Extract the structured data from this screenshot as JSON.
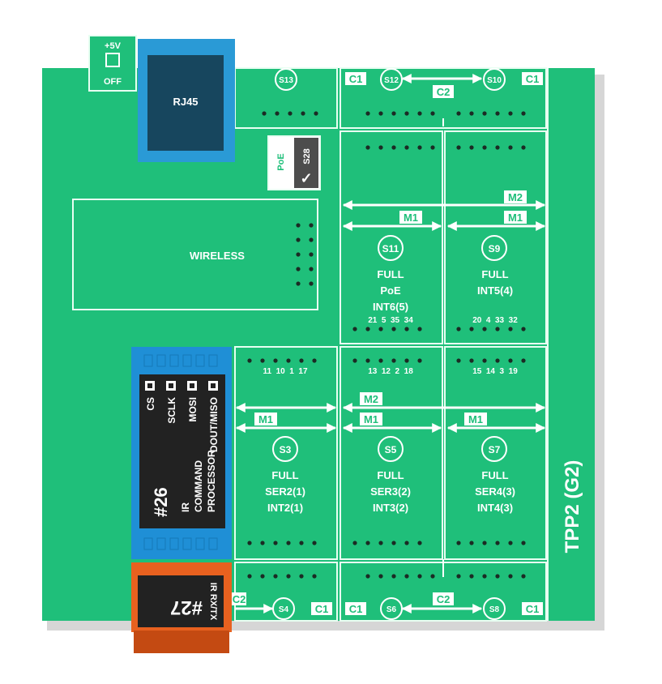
{
  "colors": {
    "board": "#1fbf7a",
    "board_line": "#e8fff2",
    "shadow": "#b5b5b5",
    "rj45_outer": "#2a9ad6",
    "rj45_inner": "#17465e",
    "module_blue": "#1f8fd6",
    "module_dark": "#222222",
    "module_orange": "#e8611f",
    "module_orange_dark": "#c44a12"
  },
  "board": {
    "title": "TPP2 (G2)"
  },
  "power_switch": {
    "voltage": "+5V",
    "state": "OFF"
  },
  "rj45": {
    "label": "RJ45"
  },
  "poe_jumper": {
    "label": "PoE",
    "switch": "S28",
    "check": "✓"
  },
  "wireless": {
    "label": "WIRELESS"
  },
  "module26": {
    "number": "#26",
    "pins": [
      "CS",
      "SCLK",
      "MOSI",
      "DOUT/MISO"
    ],
    "desc_lines": [
      "IR",
      "COMMAND",
      "PROCESSOR"
    ]
  },
  "module27": {
    "number": "#27",
    "desc": "IR RX/TX"
  },
  "links": {
    "c1": "C1",
    "c2": "C2",
    "m1": "M1",
    "m2": "M2",
    "partial_c2": "C2"
  },
  "switches": {
    "s13": "S13",
    "s12": "S12",
    "s10": "S10",
    "s11": "S11",
    "s9": "S9",
    "s3": "S3",
    "s5": "S5",
    "s7": "S7",
    "s4": "S4",
    "s6": "S6",
    "s8": "S8"
  },
  "slots": {
    "s11": {
      "type": "FULL",
      "l2": "PoE",
      "l3": "INT6(5)",
      "pins": "21  5  35  34"
    },
    "s9": {
      "type": "FULL",
      "l2": "INT5(4)",
      "pins": "20  4  33  32"
    },
    "s3": {
      "type": "FULL",
      "l2": "SER2(1)",
      "l3": "INT2(1)",
      "pins": "11  10  1  17"
    },
    "s5": {
      "type": "FULL",
      "l2": "SER3(2)",
      "l3": "INT3(2)",
      "pins": "13  12  2  18"
    },
    "s7": {
      "type": "FULL",
      "l2": "SER4(3)",
      "l3": "INT4(3)",
      "pins": "15  14  3  19"
    }
  }
}
